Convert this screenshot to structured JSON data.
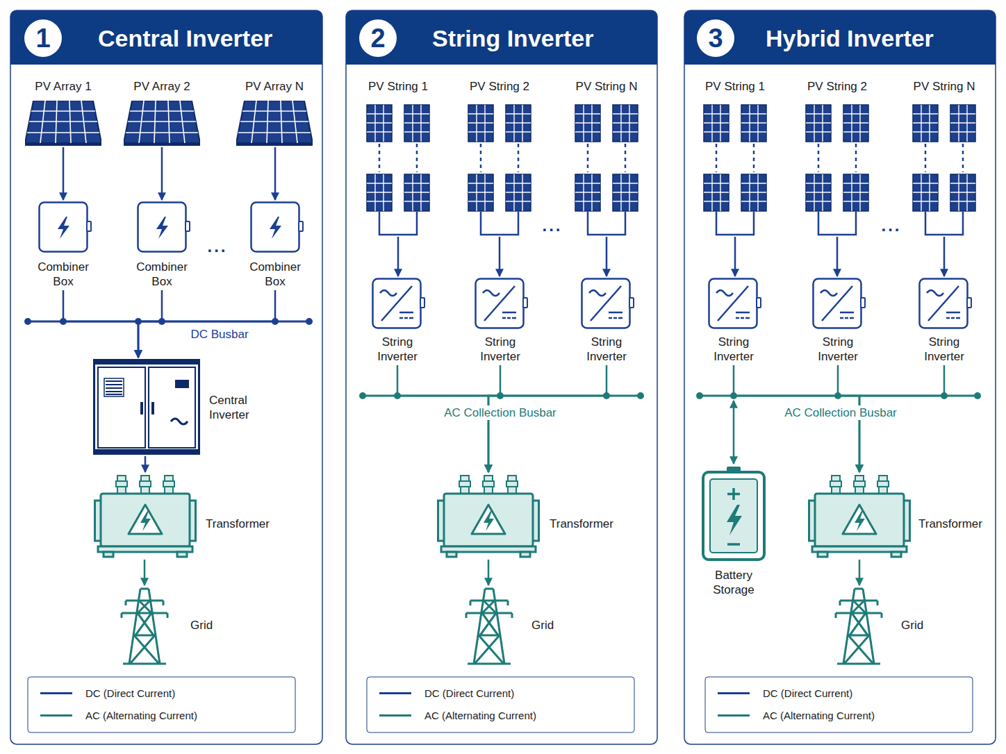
{
  "diagram": {
    "nodes": [
      {
        "text": [
          "Central Inverter"
        ]
      },
      {
        "text": [
          "1"
        ],
        "in": 0
      },
      {
        "text": [
          "PV Array 1"
        ],
        "in": 0
      },
      {
        "text": [
          "PV Array 2"
        ],
        "in": 0
      },
      {
        "text": [
          "PV Array N"
        ],
        "in": 0
      },
      {
        "text": [
          "Combiner Box"
        ],
        "in": 0
      },
      {
        "text": [
          "Combiner Box"
        ],
        "in": 0
      },
      {
        "text": [
          "Combiner Box"
        ],
        "in": 0
      },
      {
        "text": [
          "Central Inverter"
        ],
        "in": 0
      },
      {
        "text": [
          "Transformer"
        ],
        "in": 0
      },
      {
        "text": [
          "Grid"
        ],
        "in": 0
      },
      {
        "text": [
          "String Inverter"
        ]
      },
      {
        "text": [
          "2"
        ],
        "in": 11
      },
      {
        "text": [
          "PV String 1"
        ],
        "in": 11
      },
      {
        "text": [
          "PV String 2"
        ],
        "in": 11
      },
      {
        "text": [
          "PV String N"
        ],
        "in": 11
      },
      {
        "text": [
          "String Inverter"
        ],
        "in": 11
      },
      {
        "text": [
          "String Inverter"
        ],
        "in": 11
      },
      {
        "text": [
          "String Inverter"
        ],
        "in": 11
      },
      {
        "text": [
          "Transformer"
        ],
        "in": 11
      },
      {
        "text": [
          "Grid"
        ],
        "in": 11
      },
      {
        "text": [
          "Hybrid Inverter"
        ]
      },
      {
        "text": [
          "3"
        ],
        "in": 21
      },
      {
        "text": [
          "PV String 1"
        ],
        "in": 21
      },
      {
        "text": [
          "PV String 2"
        ],
        "in": 21
      },
      {
        "text": [
          "PV String N"
        ],
        "in": 21
      },
      {
        "text": [
          "String Inverter"
        ],
        "in": 21
      },
      {
        "text": [
          "String Inverter"
        ],
        "in": 21
      },
      {
        "text": [
          "String Inverter"
        ],
        "in": 21
      },
      {
        "text": [
          "Battery Storage"
        ],
        "in": 21
      },
      {
        "text": [
          "Transformer"
        ],
        "in": 21
      },
      {
        "text": [
          "Grid"
        ],
        "in": 21
      }
    ],
    "edges": [
      {
        "from": 2,
        "to": 5,
        "arrow": "to"
      },
      {
        "from": 3,
        "to": 6,
        "arrow": "to"
      },
      {
        "from": 4,
        "to": 7,
        "arrow": "to"
      },
      {
        "from": 5,
        "to": 8,
        "arrow": "to"
      },
      {
        "from": 6,
        "to": 8,
        "arrow": "to"
      },
      {
        "from": 7,
        "to": 8,
        "arrow": "to"
      },
      {
        "from": 8,
        "to": 9,
        "arrow": "to"
      },
      {
        "from": 9,
        "to": 10,
        "arrow": "to"
      },
      {
        "from": 13,
        "to": 16,
        "arrow": "to"
      },
      {
        "from": 14,
        "to": 17,
        "arrow": "to"
      },
      {
        "from": 15,
        "to": 18,
        "arrow": "to"
      },
      {
        "from": 16,
        "to": 19,
        "arrow": "to"
      },
      {
        "from": 17,
        "to": 19,
        "arrow": "to"
      },
      {
        "from": 18,
        "to": 19,
        "arrow": "to"
      },
      {
        "from": 19,
        "to": 20,
        "arrow": "to"
      },
      {
        "from": 23,
        "to": 26,
        "arrow": "to"
      },
      {
        "from": 24,
        "to": 27,
        "arrow": "to"
      },
      {
        "from": 25,
        "to": 28,
        "arrow": "to"
      },
      {
        "from": 26,
        "to": 30,
        "arrow": "to"
      },
      {
        "from": 27,
        "to": 30,
        "arrow": "to"
      },
      {
        "from": 28,
        "to": 30,
        "arrow": "to"
      },
      {
        "from": 30,
        "to": 31,
        "arrow": "to"
      }
    ],
    "labels": [
      "DC Busbar",
      "AC Collection Busbar",
      "AC Collection Busbar",
      "...",
      "...",
      "..."
    ],
    "legend": [
      {
        "text": "DC (Direct Current)",
        "color": "#1c3f94"
      },
      {
        "text": "AC (Alternating Current)",
        "color": "#1e7b78"
      },
      {
        "text": "DC (Direct Current)",
        "color": "#1c3f94"
      },
      {
        "text": "AC (Alternating Current)",
        "color": "#1e7b78"
      },
      {
        "text": "DC (Direct Current)",
        "color": "#1c3f94"
      },
      {
        "text": "AC (Alternating Current)",
        "color": "#1e7b78"
      }
    ]
  }
}
